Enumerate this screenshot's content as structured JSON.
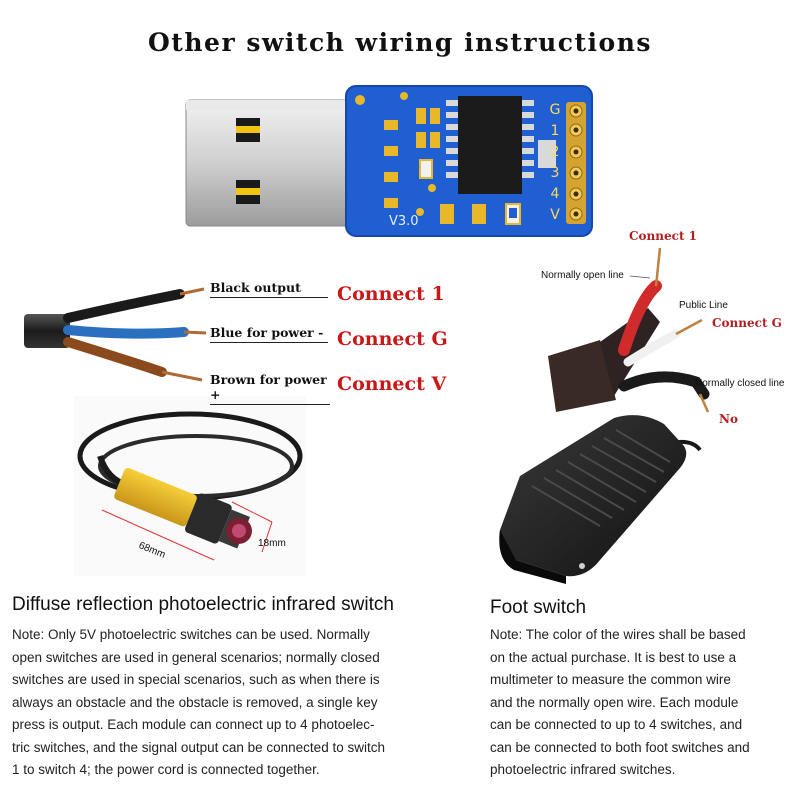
{
  "title": "Other switch wiring instructions",
  "board": {
    "version": "V3.0",
    "pins": [
      "G",
      "1",
      "2",
      "3",
      "4",
      "V"
    ]
  },
  "sensor_wires": [
    {
      "label": "Black output",
      "connect": "Connect 1",
      "color": "#1a1a1a"
    },
    {
      "label": "Blue for power -",
      "connect": "Connect G",
      "color": "#2a6fc0"
    },
    {
      "label": "Brown for power +",
      "connect": "Connect V",
      "color": "#8a4a1c"
    }
  ],
  "sensor_dims": {
    "length": "68mm",
    "diameter": "18mm"
  },
  "foot_wires": {
    "connect_1": "Connect 1",
    "normally_open": "Normally open line",
    "public": "Public Line",
    "connect_g": "Connect G",
    "normally_closed": "Normally closed line",
    "no": "No"
  },
  "left": {
    "caption": "Diffuse reflection photoelectric infrared switch",
    "note_lines": [
      "Note: Only 5V photoelectric switches can be used. Normally",
      "open switches are used in general scenarios; normally closed",
      "switches are used in special scenarios, such as when there is",
      "always an obstacle and the obstacle is removed, a single key",
      "press is output. Each module can connect up to 4 photoelec-",
      "tric switches, and the signal output can be connected to switch",
      "1 to switch 4; the power cord is connected together."
    ]
  },
  "right": {
    "caption": "Foot switch",
    "note_lines": [
      "Note: The color of the wires shall be based",
      "on the actual purchase. It is best to use a",
      "multimeter to measure the common wire",
      "and the normally open wire. Each module",
      "can be connected to up to 4 switches, and",
      "can be connected to both foot switches and",
      "photoelectric infrared switches."
    ]
  }
}
